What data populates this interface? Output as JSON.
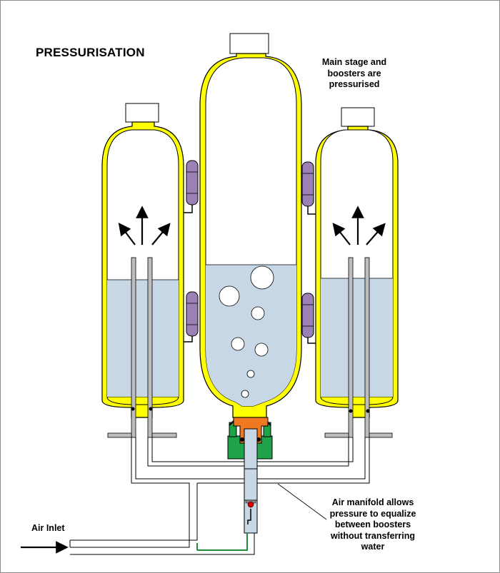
{
  "title": "PRESSURISATION",
  "annotations": {
    "main_stage": [
      "Main stage and",
      "boosters are",
      "pressurised"
    ],
    "manifold": [
      "Air manifold allows",
      "pressure to equalize",
      "between boosters",
      "without transferring",
      "water"
    ],
    "air_inlet": "Air Inlet"
  },
  "colors": {
    "bottle_wall": "#ffff00",
    "bottle_outline": "#000000",
    "water": "#c7d7e5",
    "tube": "#bdbdbd",
    "valve_piston": "#9b81b5",
    "nozzle": "#f07820",
    "coupler": "#1fa348",
    "air_line": "#1f8a3a",
    "check_ball": "#e00000"
  }
}
